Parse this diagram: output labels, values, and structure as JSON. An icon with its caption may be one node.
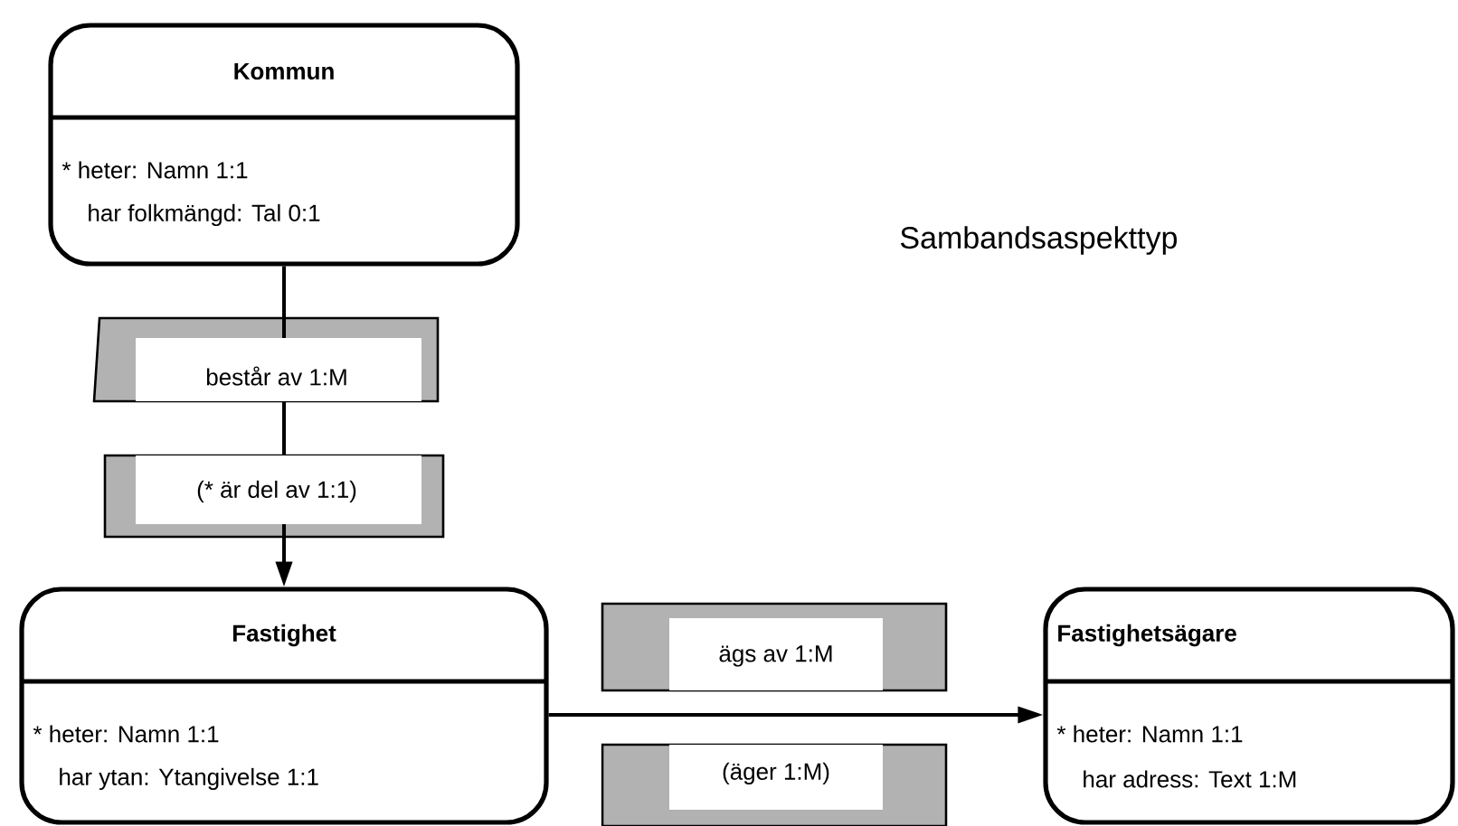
{
  "diagram": {
    "title": "Sambandsaspekttyp",
    "nodes": [
      {
        "text": [
          "Kommun",
          "* heter: Namn 1:1",
          "har folkmängd: Tal 0:1"
        ]
      },
      {
        "text": [
          "Fastighet",
          "* heter: Namn 1:1",
          "har ytan: Ytangivelse 1:1"
        ]
      },
      {
        "text": [
          "Fastighetsägare",
          "* heter: Namn 1:1",
          "har adress: Text 1:M"
        ]
      }
    ],
    "edges": [
      {
        "from": 0,
        "to": 1,
        "arrow": "to",
        "label": "består av 1:M"
      },
      {
        "from": 1,
        "to": 2,
        "arrow": "to",
        "label": "ägs av 1:M"
      }
    ],
    "labels": [
      "(* är del av 1:1)",
      "(äger 1:M)"
    ]
  }
}
